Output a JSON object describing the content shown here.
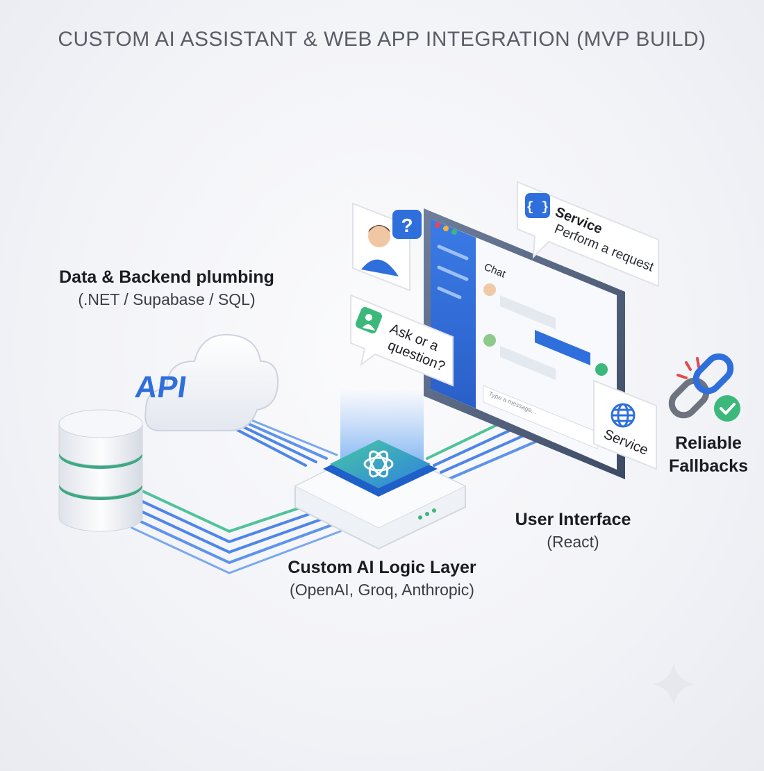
{
  "title": "CUSTOM AI ASSISTANT & WEB APP INTEGRATION (MVP BUILD)",
  "nodes": {
    "backend": {
      "label": "Data & Backend plumbing",
      "sub": "(.NET / Supabase / SQL)"
    },
    "api": {
      "label": "API"
    },
    "logic": {
      "label": "Custom AI Logic Layer",
      "sub": "(OpenAI, Groq, Anthropic)"
    },
    "ui": {
      "label": "User Interface",
      "sub": "(React)"
    },
    "fallbacks": {
      "label": "Reliable",
      "sub": "Fallbacks"
    }
  },
  "chat": {
    "header": "Chat",
    "input_placeholder": "Type a message..."
  },
  "bubbles": {
    "question_mark": "?",
    "ask": {
      "line1": "Ask or a",
      "line2": "question?"
    },
    "service_request": {
      "title": "Service",
      "subtitle": "Perform a request",
      "icon_text": "{ }"
    },
    "service_globe": {
      "label": "Service"
    }
  },
  "colors": {
    "primary_blue": "#2f6fdc",
    "accent_green": "#3bb87a",
    "line_blue": "#4d86e8",
    "line_green": "#4fc39a",
    "alert_red": "#e5484d"
  }
}
